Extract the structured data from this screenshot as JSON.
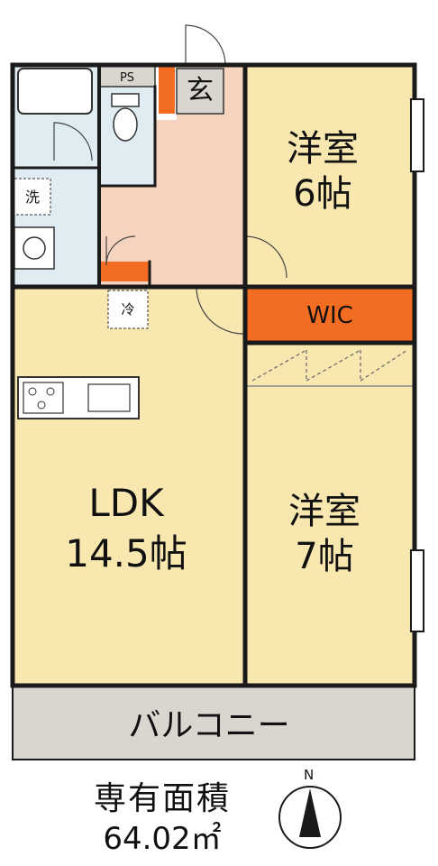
{
  "rooms": {
    "ps": "PS",
    "entrance": "玄",
    "washroom": "洗",
    "fridge": "冷",
    "bedroom1_name": "洋室",
    "bedroom1_size": "6帖",
    "wic": "WIC",
    "ldk_name": "LDK",
    "ldk_size": "14.5帖",
    "bedroom2_name": "洋室",
    "bedroom2_size": "7帖",
    "balcony": "バルコニー"
  },
  "area": {
    "title": "専有面積",
    "value": "64.02㎡"
  },
  "compass": {
    "label": "N"
  },
  "colors": {
    "floor": "#f9e7b0",
    "entrance_floor": "#f5d3bf",
    "wet_area": "#dfecf2",
    "balcony": "#d9d6cf",
    "accent_orange": "#f26d21",
    "wall": "#1a1a1a"
  }
}
